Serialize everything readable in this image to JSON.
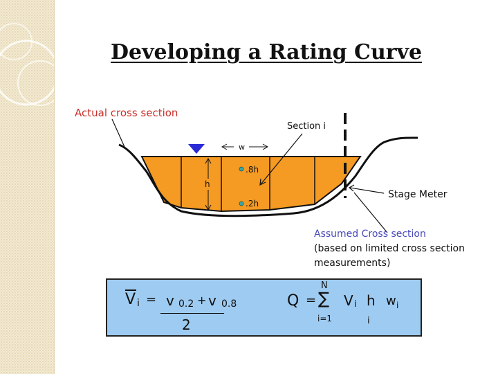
{
  "slide": {
    "title": "Developing a Rating Curve"
  },
  "labels": {
    "actual_cross_section": "Actual cross section",
    "section_i": "Section i",
    "w": "w",
    "h": "h",
    "point_08h": ".8h",
    "point_02h": ".2h",
    "stage_meter": "Stage Meter",
    "assumed_line1": "Assumed Cross section",
    "assumed_line2": "(based on limited cross section",
    "assumed_line3": "measurements)"
  },
  "formula": {
    "vi_symbol": "V",
    "vi_sub": "i",
    "equals": "=",
    "v_a": "v",
    "sub_a": "0.2",
    "plus": "+",
    "v_b": "v",
    "sub_b": "0.8",
    "denominator": "2",
    "q": "Q",
    "sum_top": "N",
    "sum_sign": "∑",
    "sum_bottom": "i=1",
    "v2": "V",
    "v2_sub": "i",
    "h2": "h",
    "h2_sub": "i",
    "w2": "w",
    "w2_sub": "i"
  },
  "colors": {
    "fill": "#f59a23",
    "marker": "#2a2ad6",
    "label_red": "#c8312a",
    "assumed_blue": "#4a4ab8",
    "formula_bg": "#9ecbf1",
    "dot": "#3aa6a6"
  }
}
